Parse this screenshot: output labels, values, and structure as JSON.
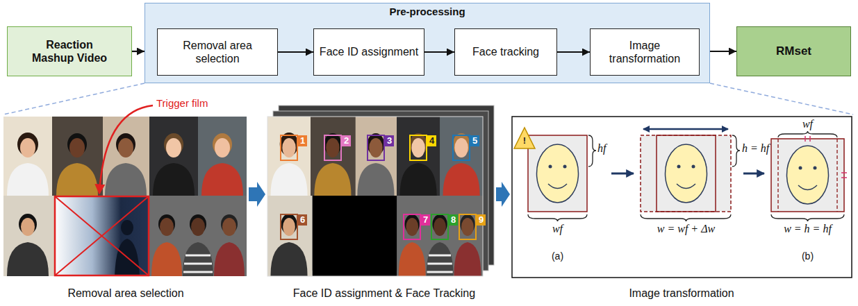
{
  "diagram": {
    "nodes": [
      {
        "text": [
          "Reaction Mashup Video"
        ]
      },
      {
        "text": [
          "Pre-processing"
        ]
      },
      {
        "text": [
          "Removal area selection"
        ],
        "in": 1
      },
      {
        "text": [
          "Face ID assignment"
        ],
        "in": 1
      },
      {
        "text": [
          "Face tracking"
        ],
        "in": 1
      },
      {
        "text": [
          "Image transformation"
        ],
        "in": 1
      },
      {
        "text": [
          "RMset"
        ]
      }
    ],
    "edges": [
      {
        "from": 0,
        "to": 1,
        "arrow": "to"
      },
      {
        "from": 2,
        "to": 3,
        "arrow": "to"
      },
      {
        "from": 3,
        "to": 4,
        "arrow": "to"
      },
      {
        "from": 4,
        "to": 5,
        "arrow": "to"
      },
      {
        "from": 1,
        "to": 6,
        "arrow": "to"
      }
    ],
    "labels": [
      "Trigger film",
      "1",
      "2",
      "3",
      "4",
      "5",
      "6",
      "7",
      "8",
      "9",
      "!",
      "hf",
      "wf",
      "h = hf",
      "w = wf + Δw",
      "wf",
      "w = h = hf",
      "(a)",
      "(b)",
      "Removal area selection",
      "Face ID assignment & Face Tracking",
      "Image transformation"
    ]
  }
}
